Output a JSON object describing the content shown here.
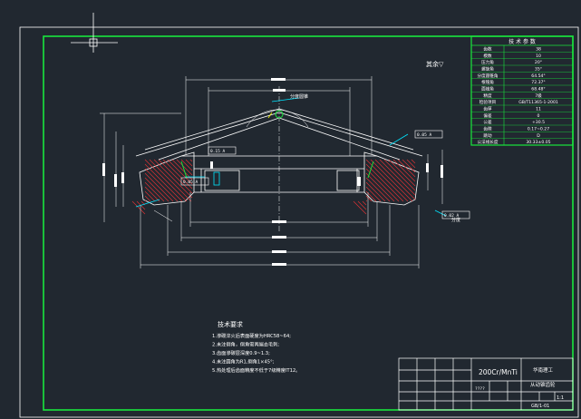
{
  "drawing": {
    "corner_note": "其余▽",
    "top_center_label": "分度圆锥",
    "bottom_right_label": "分度",
    "scale_label": "200Cr/MnTi",
    "title_block": {
      "school": "华南理工",
      "drawing_name": "从动锥齿轮",
      "drawing_number": "GB/1-01",
      "scale": "1:1",
      "header_marks": "????"
    },
    "technical_requirements": {
      "heading": "技术要求",
      "items": [
        "1.渗碳淬火后表面硬度为HRC58~64;",
        "2.未注倒角，倒角需两端去毛刺;",
        "3.齿面渗碳层深度0.9~1.3;",
        "4.未注圆角为R1,倒角1×45°;",
        "5.热处理后齿面精度不低于7级精度IT12。"
      ]
    },
    "parameter_table": {
      "title": "技 术 参 数",
      "rows": [
        {
          "label": "齿数",
          "value": "38"
        },
        {
          "label": "模数",
          "value": "10"
        },
        {
          "label": "压力角",
          "value": "20°"
        },
        {
          "label": "螺旋角",
          "value": "35°"
        },
        {
          "label": "分度圆锥角",
          "value": "64.54°"
        },
        {
          "label": "根锥角",
          "value": "72.37°"
        },
        {
          "label": "面锥角",
          "value": "68.48°"
        },
        {
          "label": "精度",
          "value": "7级"
        },
        {
          "label": "检验项目",
          "value": "GB/T11365-1-2001"
        },
        {
          "label": "齿厚",
          "value": "11"
        },
        {
          "label": "偏差",
          "value": "0"
        },
        {
          "label": "公差",
          "value": "+30.5"
        },
        {
          "label": "齿隙",
          "value": "0.17~0.27"
        },
        {
          "label": "跳动",
          "value": "D"
        },
        {
          "label": "公法线长度",
          "value": "30.33±0.05"
        }
      ]
    },
    "tolerance_frames": [
      "0.15 A",
      "0.05 A",
      "0.02 A",
      "0.05 A"
    ],
    "colors": {
      "background": "#212830",
      "border": "#19e63c",
      "lines": "#ffffff",
      "hatch": "#e63232",
      "cyan": "#00e5ff",
      "yellow": "#ffff00"
    }
  }
}
